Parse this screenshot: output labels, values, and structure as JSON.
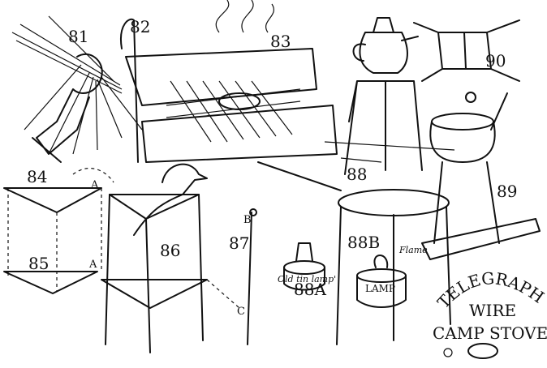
{
  "labels": {
    "fig81": "81",
    "fig82": "82",
    "fig83": "83",
    "fig84": "84",
    "fig85": "85",
    "fig86": "86",
    "fig87": "87",
    "fig88": "88",
    "fig88a": "88A",
    "fig88b": "88B",
    "fig89": "89",
    "fig90": "90",
    "point_a_top": "A",
    "point_a_bottom": "A",
    "point_b": "B",
    "point_c": "C",
    "old_tin_lamp": "Old tin lamp'",
    "flame": "Flame",
    "lamp": "LAMP"
  },
  "title": {
    "line1": "TELEGRAPH",
    "line2": "WIRE",
    "line3": "CAMP STOVES"
  }
}
